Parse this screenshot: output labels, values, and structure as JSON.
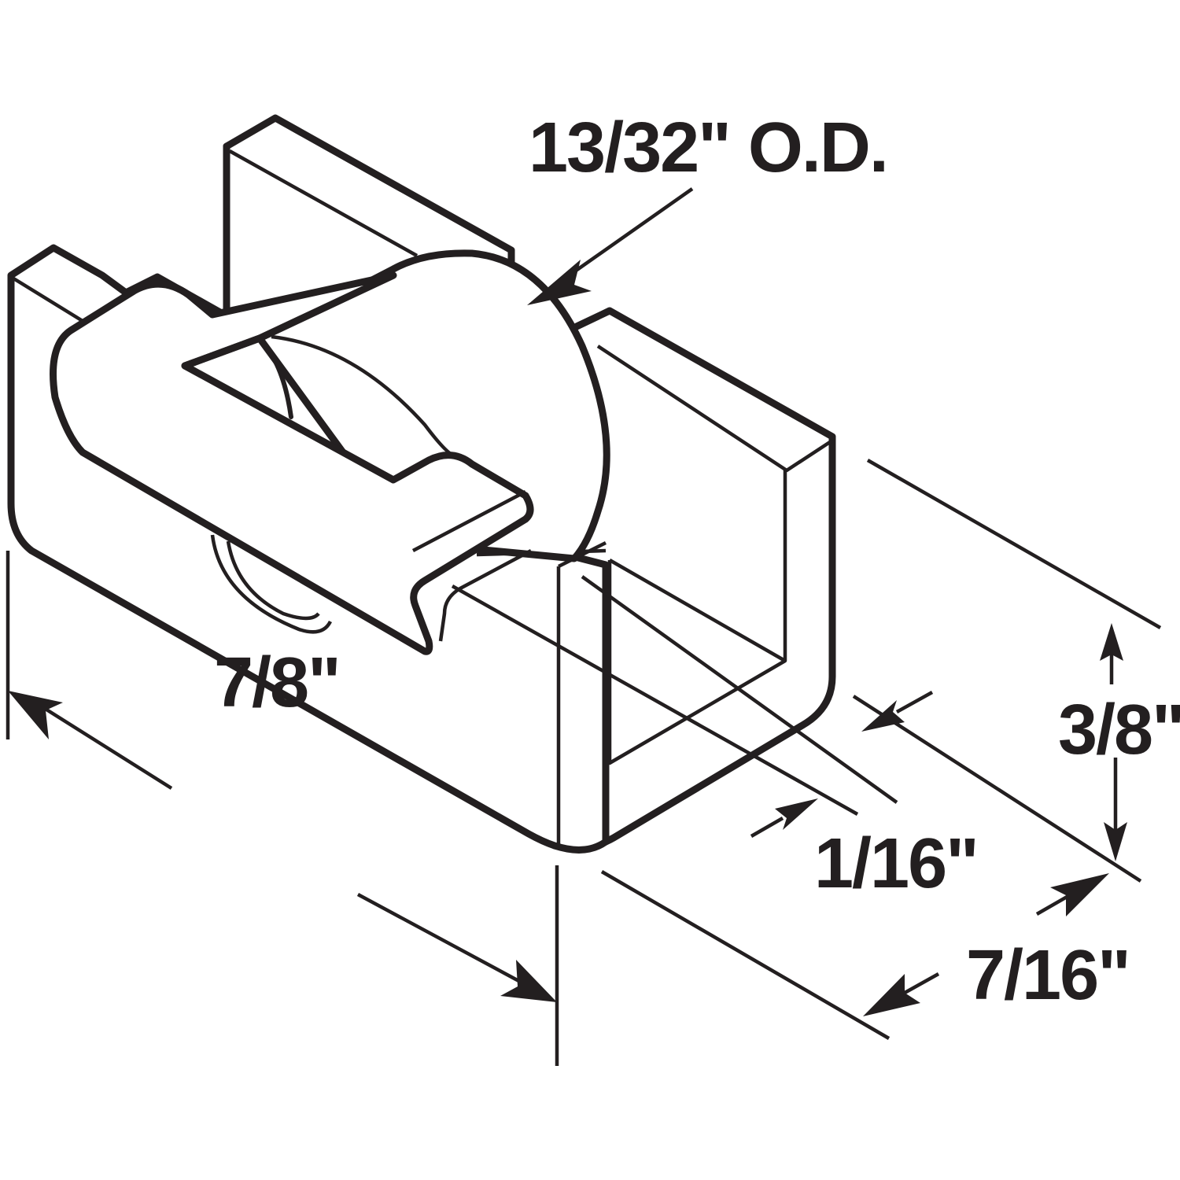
{
  "diagram": {
    "subject": "Sliding roller assembly (isometric line drawing)",
    "line_color": "#231f20",
    "background": "#ffffff",
    "dimensions": {
      "wheel_od": "13/32\" O.D.",
      "length": "7/8\"",
      "height": "3/8\"",
      "thickness": "1/16\"",
      "width": "7/16\""
    }
  }
}
